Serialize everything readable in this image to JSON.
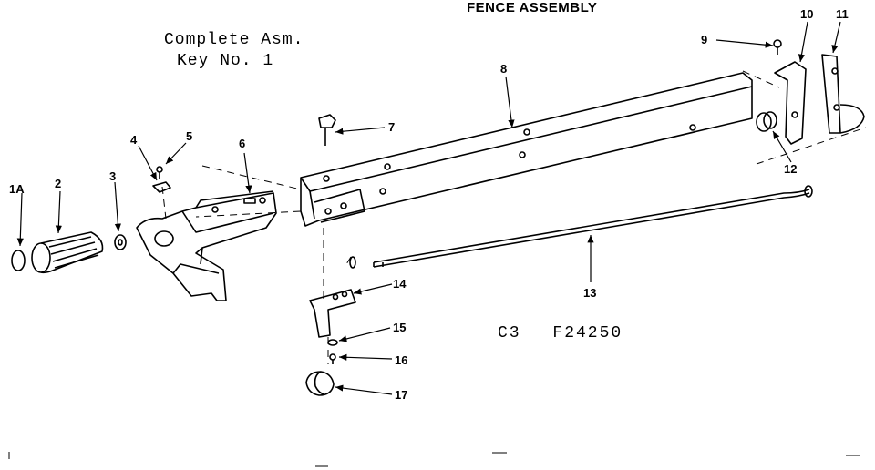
{
  "title": "FENCE ASSEMBLY",
  "note": {
    "line1": "Complete Asm.",
    "line2": "Key No. 1"
  },
  "drawing_code": "C3  F24250",
  "callouts": [
    {
      "id": "1a",
      "label": "1A"
    },
    {
      "id": "2",
      "label": "2"
    },
    {
      "id": "3",
      "label": "3"
    },
    {
      "id": "4",
      "label": "4"
    },
    {
      "id": "5",
      "label": "5"
    },
    {
      "id": "6",
      "label": "6"
    },
    {
      "id": "7",
      "label": "7"
    },
    {
      "id": "8",
      "label": "8"
    },
    {
      "id": "9",
      "label": "9"
    },
    {
      "id": "10",
      "label": "10"
    },
    {
      "id": "11",
      "label": "11"
    },
    {
      "id": "12",
      "label": "12"
    },
    {
      "id": "13",
      "label": "13"
    },
    {
      "id": "14",
      "label": "14"
    },
    {
      "id": "15",
      "label": "15"
    },
    {
      "id": "16",
      "label": "16"
    },
    {
      "id": "17",
      "label": "17"
    }
  ]
}
